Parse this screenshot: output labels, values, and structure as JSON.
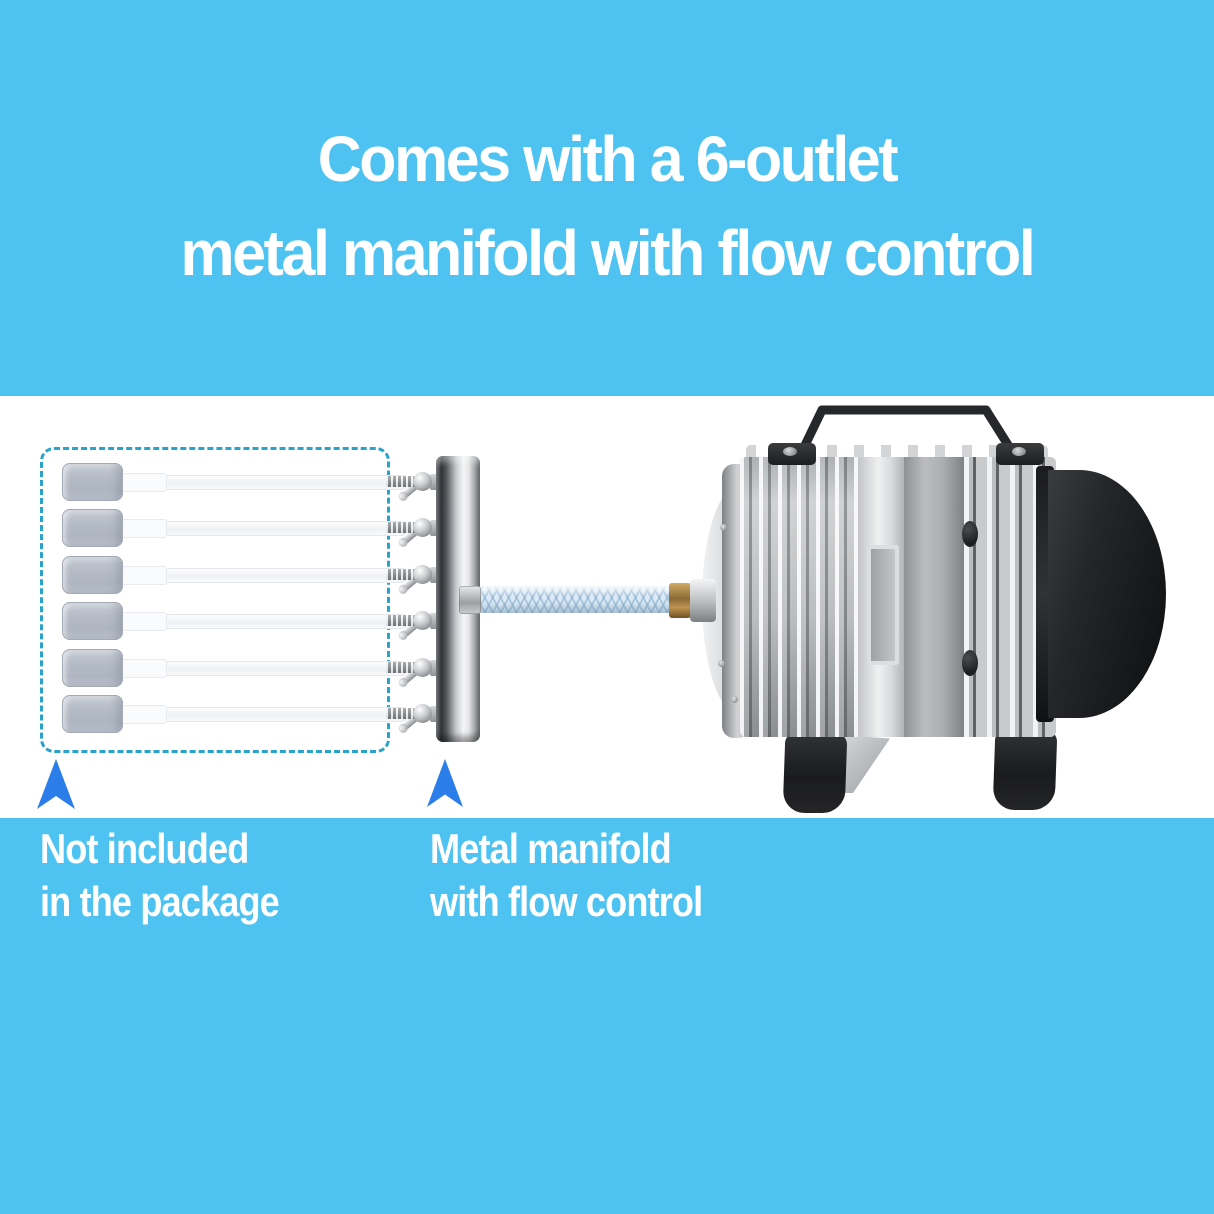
{
  "title": {
    "line1": "Comes with a 6-outlet",
    "line2": "metal manifold with flow control"
  },
  "callouts": [
    {
      "icon": "up-arrow-icon",
      "line1": "Not included",
      "line2": "in the package"
    },
    {
      "icon": "up-arrow-icon",
      "line1": "Metal manifold",
      "line2": "with flow control"
    }
  ],
  "figure": {
    "airline_count": 6,
    "outlet_count": 6,
    "parts": {
      "air_stones": "air stone with tubing",
      "manifold": "6-outlet metal manifold with flow-control levers",
      "hose": "braided air hose",
      "pump": "electromagnetic air compressor pump"
    }
  },
  "colors": {
    "banner_blue": "#4ec3f1",
    "arrow_blue": "#2b7de9",
    "dashed_border_teal": "#29a3ca",
    "text_white": "#ffffff"
  }
}
